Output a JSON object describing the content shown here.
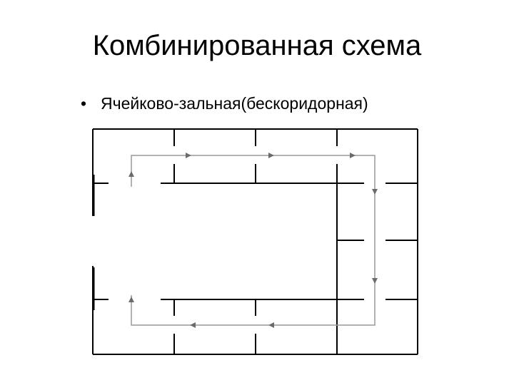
{
  "slide": {
    "title": "Комбинированная схема",
    "bullet": "Ячейково-зальная(бескоридорная)",
    "bullet_marker": "•"
  },
  "diagram": {
    "type": "floor-plan",
    "colors": {
      "walls": "#000000",
      "circulation_path": "#999999",
      "arrow": "#6b6b6b"
    }
  }
}
